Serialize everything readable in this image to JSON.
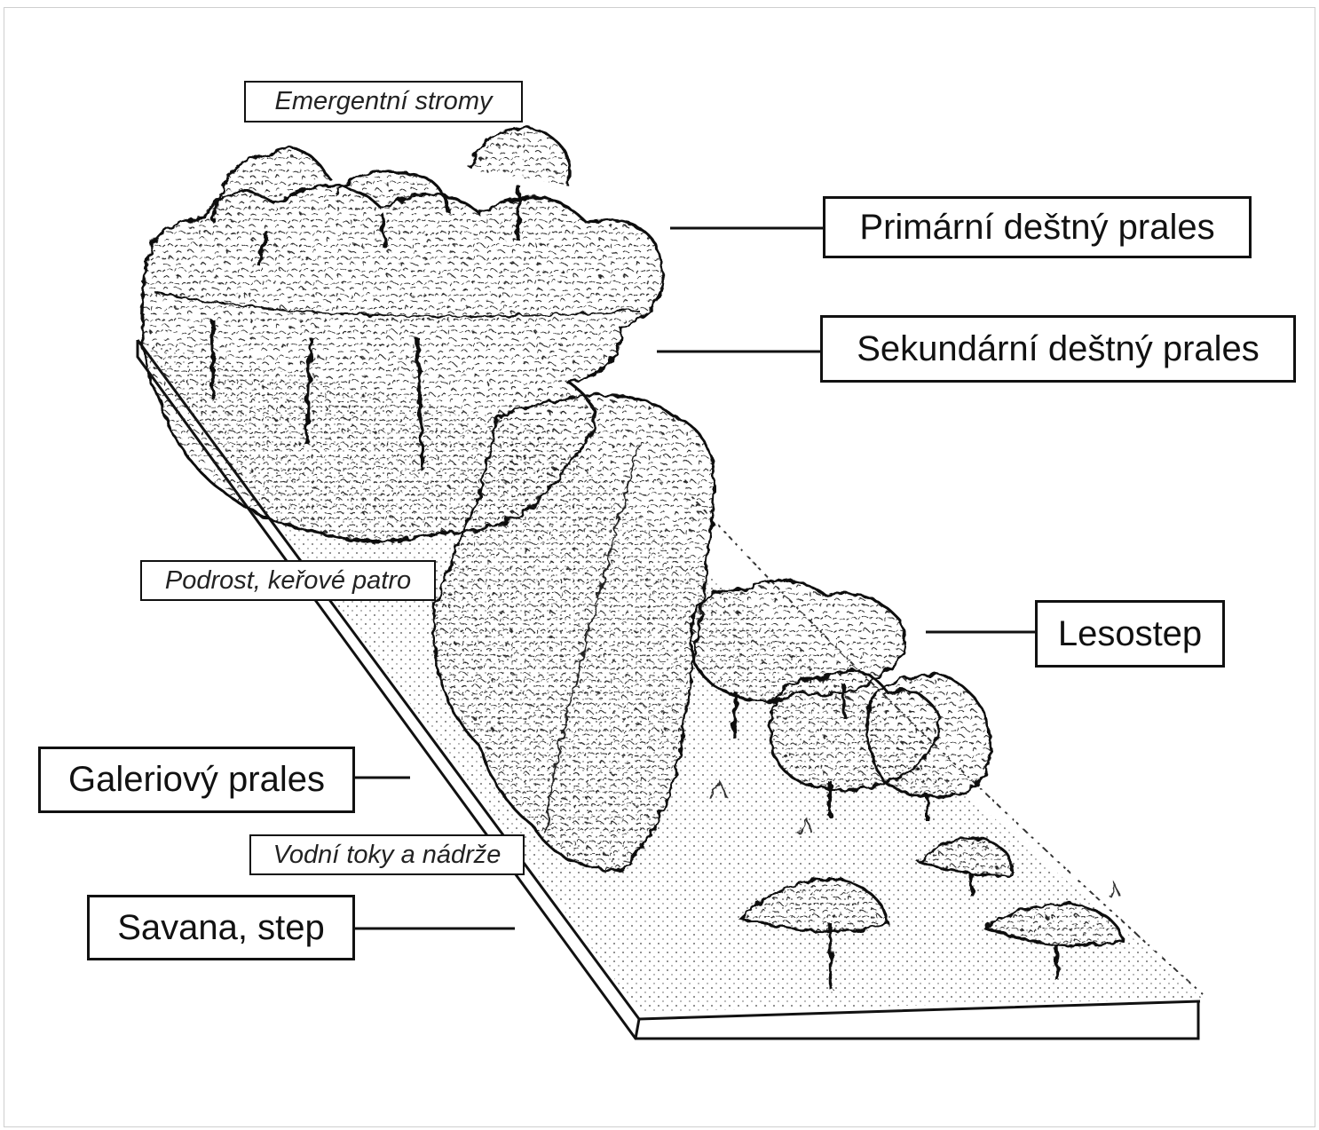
{
  "labels": {
    "emergent": "Emergentní stromy",
    "primary": "Primární deštný prales",
    "secondary": "Sekundární deštný prales",
    "understory": "Podrost, keřové patro",
    "lesostep": "Lesostep",
    "gallery": "Galeriový prales",
    "water": "Vodní toky a nádrže",
    "savanna": "Savana, step"
  },
  "colors": {
    "ink": "#111111",
    "background": "#ffffff",
    "frame": "#cfcfcf"
  }
}
